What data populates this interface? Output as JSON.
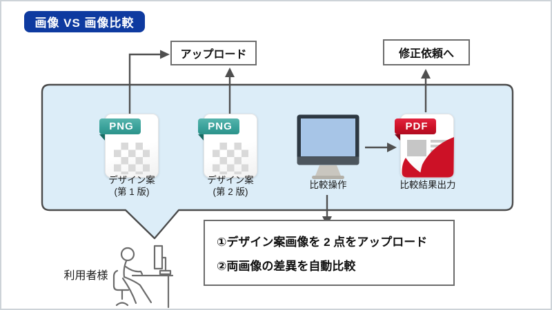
{
  "colors": {
    "badge_bg": "#0e3aa0",
    "bubble_fill": "#dcedf8",
    "bubble_border": "#4a4a4a",
    "arrow": "#4f4f4f",
    "box_border": "#6b6b6b",
    "png_teal": "#3aa29b",
    "pdf_red": "#cc1126",
    "monitor_frame": "#2d3842",
    "monitor_screen": "#a7c5e7"
  },
  "header": {
    "badge": "画像 VS 画像比較"
  },
  "flow_boxes": {
    "upload": "アップロード",
    "revision": "修正依頼へ"
  },
  "bubble": {
    "file1": {
      "badge": "PNG",
      "caption_line1": "デザイン案",
      "caption_line2": "(第 1 版)"
    },
    "file2": {
      "badge": "PNG",
      "caption_line1": "デザイン案",
      "caption_line2": "(第 2 版)"
    },
    "monitor": {
      "caption": "比較操作"
    },
    "pdf": {
      "badge": "PDF",
      "caption": "比較結果出力"
    }
  },
  "steps_box": {
    "step1": "①デザイン案画像を 2 点をアップロード",
    "step2": "②両画像の差異を自動比較"
  },
  "user": {
    "label": "利用者様"
  }
}
